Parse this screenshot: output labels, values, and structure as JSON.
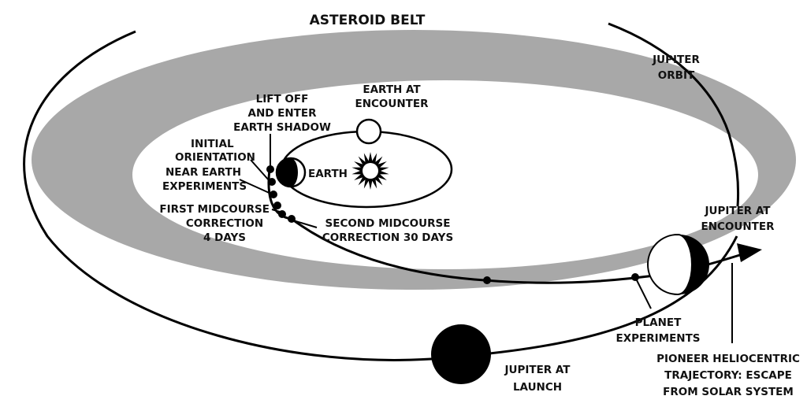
{
  "labels": {
    "asteroid_belt": "ASTEROID BELT",
    "jupiter_orbit_1": "JUPITER",
    "jupiter_orbit_2": "ORBIT",
    "earth_encounter_1": "EARTH AT",
    "earth_encounter_2": "ENCOUNTER",
    "liftoff_1": "LIFT OFF",
    "liftoff_2": "AND ENTER",
    "liftoff_3": "EARTH SHADOW",
    "initial_1": "INITIAL",
    "initial_2": "ORIENTATION",
    "near_earth_1": "NEAR EARTH",
    "near_earth_2": "EXPERIMENTS",
    "earth": "EARTH",
    "first_mid_1": "FIRST MIDCOURSE",
    "first_mid_2": "CORRECTION",
    "first_mid_3": "4 DAYS",
    "second_mid_1": "SECOND MIDCOURSE",
    "second_mid_2": "CORRECTION 30 DAYS",
    "jupiter_encounter_1": "JUPITER AT",
    "jupiter_encounter_2": "ENCOUNTER",
    "planet_exp_1": "PLANET",
    "planet_exp_2": "EXPERIMENTS",
    "pioneer_1": "PIONEER HELIOCENTRIC",
    "pioneer_2": "TRAJECTORY:   ESCAPE",
    "pioneer_3": "FROM SOLAR SYSTEM",
    "jupiter_launch_1": "JUPITER AT",
    "jupiter_launch_2": "LAUNCH"
  },
  "colors": {
    "belt": "#a8a8a8",
    "ink": "#000000",
    "paper": "#ffffff"
  }
}
